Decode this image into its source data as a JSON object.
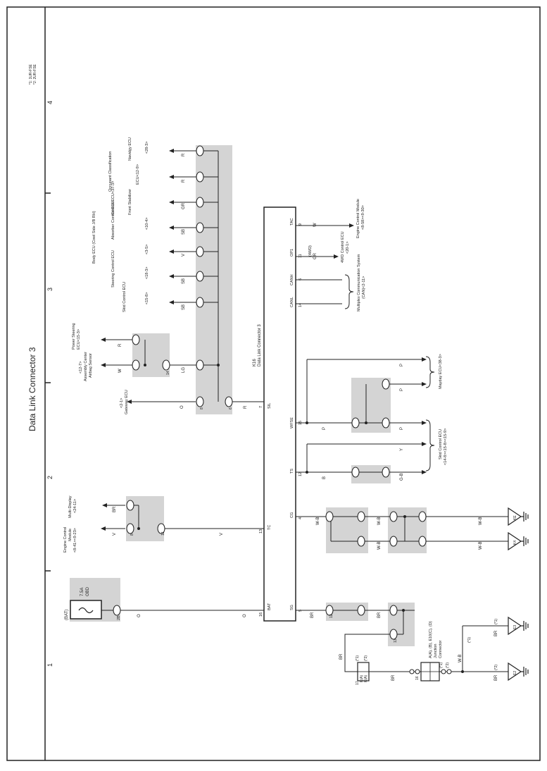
{
  "title": "Data Link Connector 3",
  "notes": [
    "*1: 1UR-FSE",
    "*2: 2UR-FSE"
  ],
  "zones": [
    "1",
    "2",
    "3",
    "4"
  ],
  "main_connector": {
    "code": "K16",
    "name": "Data Link Connector 3",
    "pins": [
      {
        "num": "16",
        "name": "BAT"
      },
      {
        "num": "13",
        "name": "TC"
      },
      {
        "num": "7",
        "name": "SIL"
      },
      {
        "num": "14",
        "name": "CANL"
      },
      {
        "num": "6",
        "name": "CANH"
      },
      {
        "num": "11",
        "name": "OP1"
      },
      {
        "num": "9",
        "name": "TAC"
      },
      {
        "num": "5",
        "name": "SG"
      },
      {
        "num": "4",
        "name": "CG"
      },
      {
        "num": "12",
        "name": "TS"
      },
      {
        "num": "15",
        "name": "WFSE"
      }
    ]
  },
  "fuse": {
    "pin": "2B",
    "name": "7.5A",
    "sub": "OBD",
    "supply": "(BAT)"
  },
  "wire_colors": {
    "O": "O",
    "V": "V",
    "R": "R",
    "LG": "LG",
    "W": "W",
    "SB": "SB",
    "GR": "GR",
    "BR": "BR",
    "P": "P",
    "Y": "Y",
    "B": "B",
    "WB": "W-B",
    "GB": "G-B"
  },
  "left_devices": {
    "engine": [
      "Engine Control",
      "Module",
      "<8-41><9-23>"
    ],
    "multi_display": [
      "Multi-Display",
      "<24-11>"
    ],
    "gateway": [
      "Gateway ECU",
      "<2-1>"
    ],
    "airbag": [
      "Airbag Sensor",
      "Assembly Center",
      "<12-7>"
    ],
    "power_steering": [
      "Power Steering",
      "ECU<15-3>"
    ]
  },
  "top_devices": [
    [
      "Skid Control ECU",
      "<15-8>"
    ],
    [
      "Steering Control ECU",
      "<18-3>"
    ],
    [
      "Body ECU (Cowl Side J/B RH)",
      "<3-5>"
    ],
    [
      "Absorber Control ECU",
      "<10-4>"
    ],
    [
      "Front Stabilizer",
      "Control ECU<37-3>"
    ],
    [
      "Occupant Classification",
      "ECU<12-9>"
    ],
    [
      "Navidgy ECU",
      "<28-3>"
    ]
  ],
  "right_devices": {
    "engine": [
      "Engine Control Module",
      "<8-58><9-30>"
    ],
    "fwd": [
      "4WD Control ECU",
      "<20-1>"
    ],
    "fwd_tag": "(4WD)",
    "multiplex": [
      "Multiplex Communication System",
      "(CAN)<2-11>"
    ],
    "mayday": "Mayday ECU<38-3>",
    "skid": [
      "Skid Control ECU",
      "<14-8><15-8><15-9>"
    ]
  },
  "junction": {
    "name": [
      "Junction",
      "Connector"
    ],
    "codes": "A(A), (B), E10(C), (D)",
    "c1": "K(A)",
    "c2": "K(A)"
  },
  "grounds": [
    "KE",
    "K4",
    "E3",
    "E2"
  ],
  "markers": {
    "m1": "(*1)",
    "m2": "(*2)"
  },
  "conn_labels": {
    "z1": "2B",
    "z2": "1B",
    "z3": "12",
    "z4": "2A",
    "z5": "8",
    "z6": "14",
    "z7": "6",
    "z8": "IJ3",
    "z9": "K5",
    "z10": "IJ6",
    "z11": "9",
    "z12": "11",
    "z13": "13",
    "z14": "17",
    "z15": "16"
  }
}
